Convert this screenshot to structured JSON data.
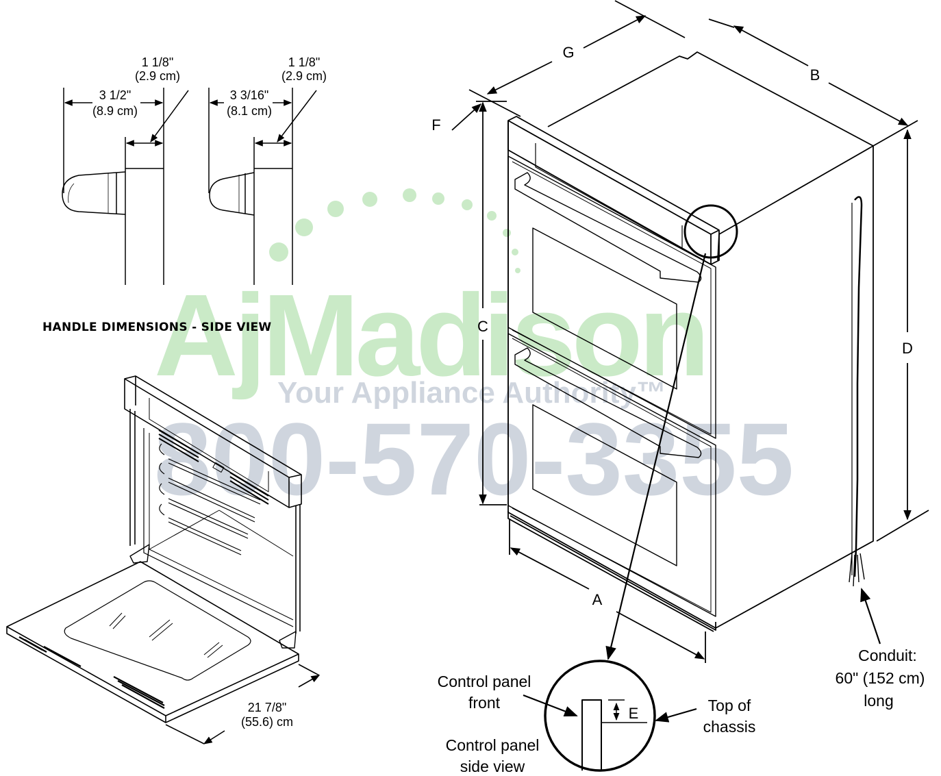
{
  "handle_section": {
    "title": "HANDLE DIMENSIONS - SIDE VIEW",
    "left_handle": {
      "depth": "3 1/2\"",
      "depth_cm": "(8.9 cm)",
      "offset": "1 1/8\"",
      "offset_cm": "(2.9 cm)"
    },
    "right_handle": {
      "depth": "3 3/16\"",
      "depth_cm": "(8.1 cm)",
      "offset": "1 1/8\"",
      "offset_cm": "(2.9 cm)"
    }
  },
  "open_oven": {
    "door_depth": "21 7/8\"",
    "door_depth_cm": "(55.6) cm"
  },
  "main_oven": {
    "letters": {
      "a": "A",
      "b": "B",
      "c": "C",
      "d": "D",
      "e": "E",
      "f": "F",
      "g": "G"
    },
    "conduit": {
      "line1": "Conduit:",
      "line2": "60\" (152 cm)",
      "line3": "long"
    },
    "detail": {
      "panel_front_1": "Control panel",
      "panel_front_2": "front",
      "panel_side_1": "Control panel",
      "panel_side_2": "side view",
      "top_chassis_1": "Top of",
      "top_chassis_2": "chassis"
    }
  },
  "watermark": {
    "brand": "AjMadison",
    "tagline": "Your Appliance Authority™",
    "phone": "800-570-3355",
    "color_green": "#9fd99a",
    "color_blue": "#a9b4c4"
  }
}
